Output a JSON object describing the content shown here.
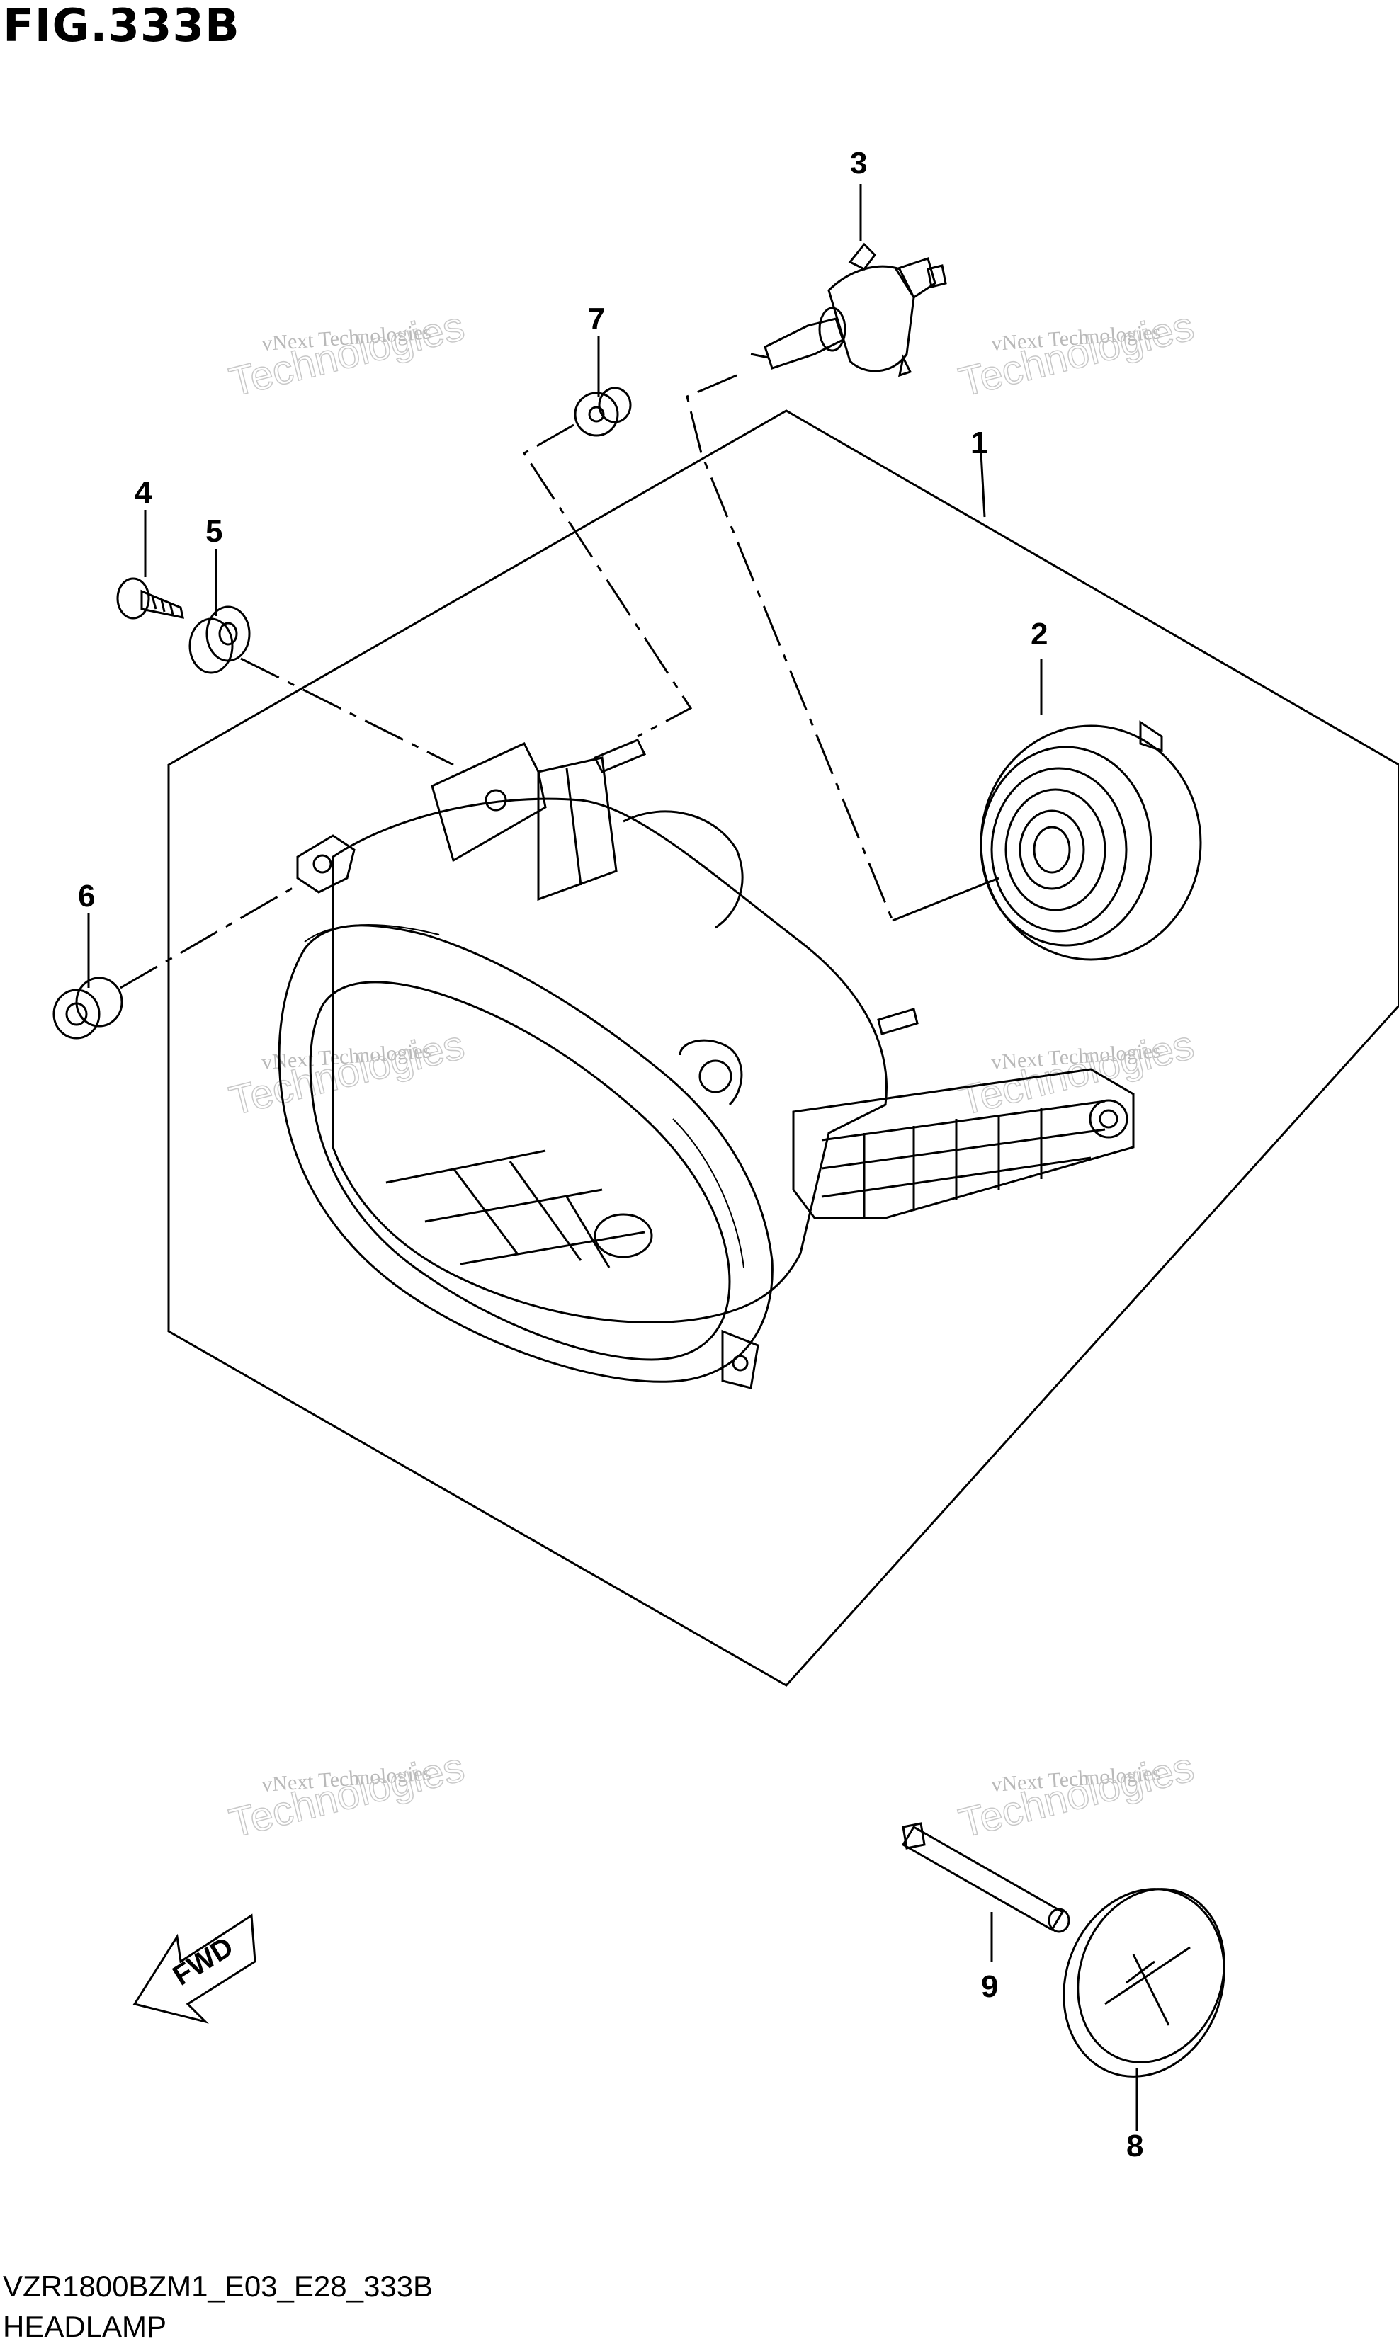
{
  "figure": {
    "title": "FIG.333B",
    "code": "VZR1800BZM1_E03_E28_333B",
    "name": "HEADLAMP"
  },
  "callouts": [
    "1",
    "2",
    "3",
    "4",
    "5",
    "6",
    "7",
    "8",
    "9"
  ],
  "fwd_label": "FWD",
  "watermark": {
    "line1": "vNext Technologies",
    "line2": "vNext",
    "line3": "Technologies"
  }
}
